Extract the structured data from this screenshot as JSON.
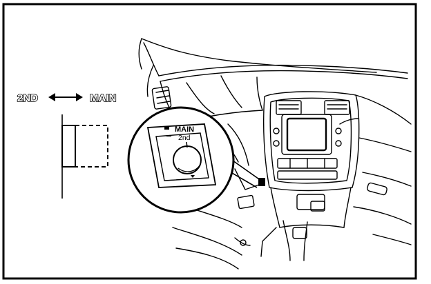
{
  "diagram": {
    "switch_positions": {
      "left": "2ND",
      "right": "MAIN"
    },
    "inset_labels": {
      "main": "MAIN",
      "second": "2nd"
    },
    "icons": [
      "double-arrow-icon",
      "position-indicator-icon",
      "knob-icon"
    ],
    "colors": {
      "line": "#000000",
      "background": "#ffffff",
      "inset_fill": "#e6e6e6"
    }
  }
}
